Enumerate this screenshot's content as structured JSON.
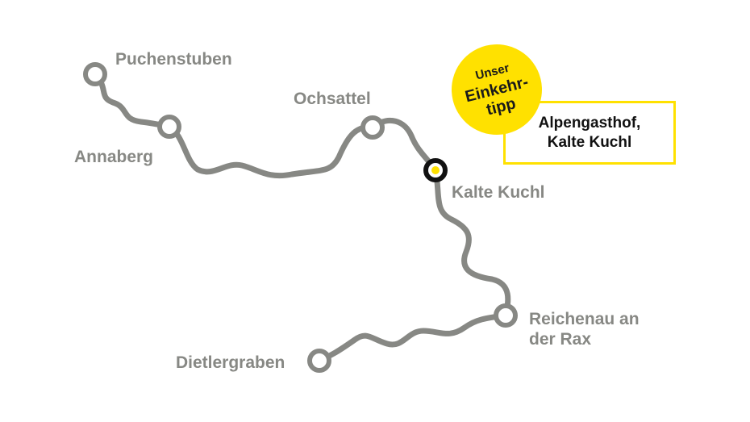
{
  "stops": [
    {
      "name": "Puchenstuben"
    },
    {
      "name": "Annaberg"
    },
    {
      "name": "Ochsattel"
    },
    {
      "name": "Kalte Kuchl",
      "highlight": true
    },
    {
      "name": "Reichenau an der Rax",
      "line1": "Reichenau an",
      "line2": "der Rax"
    },
    {
      "name": "Dietlergraben"
    }
  ],
  "badge": {
    "line1": "Unser",
    "line2": "Einkehr-",
    "line3": "tipp"
  },
  "tip": {
    "line1": "Alpengasthof,",
    "line2": "Kalte Kuchl"
  },
  "colors": {
    "route": "#878884",
    "accent": "#ffe100",
    "highlight_ring": "#111111"
  }
}
